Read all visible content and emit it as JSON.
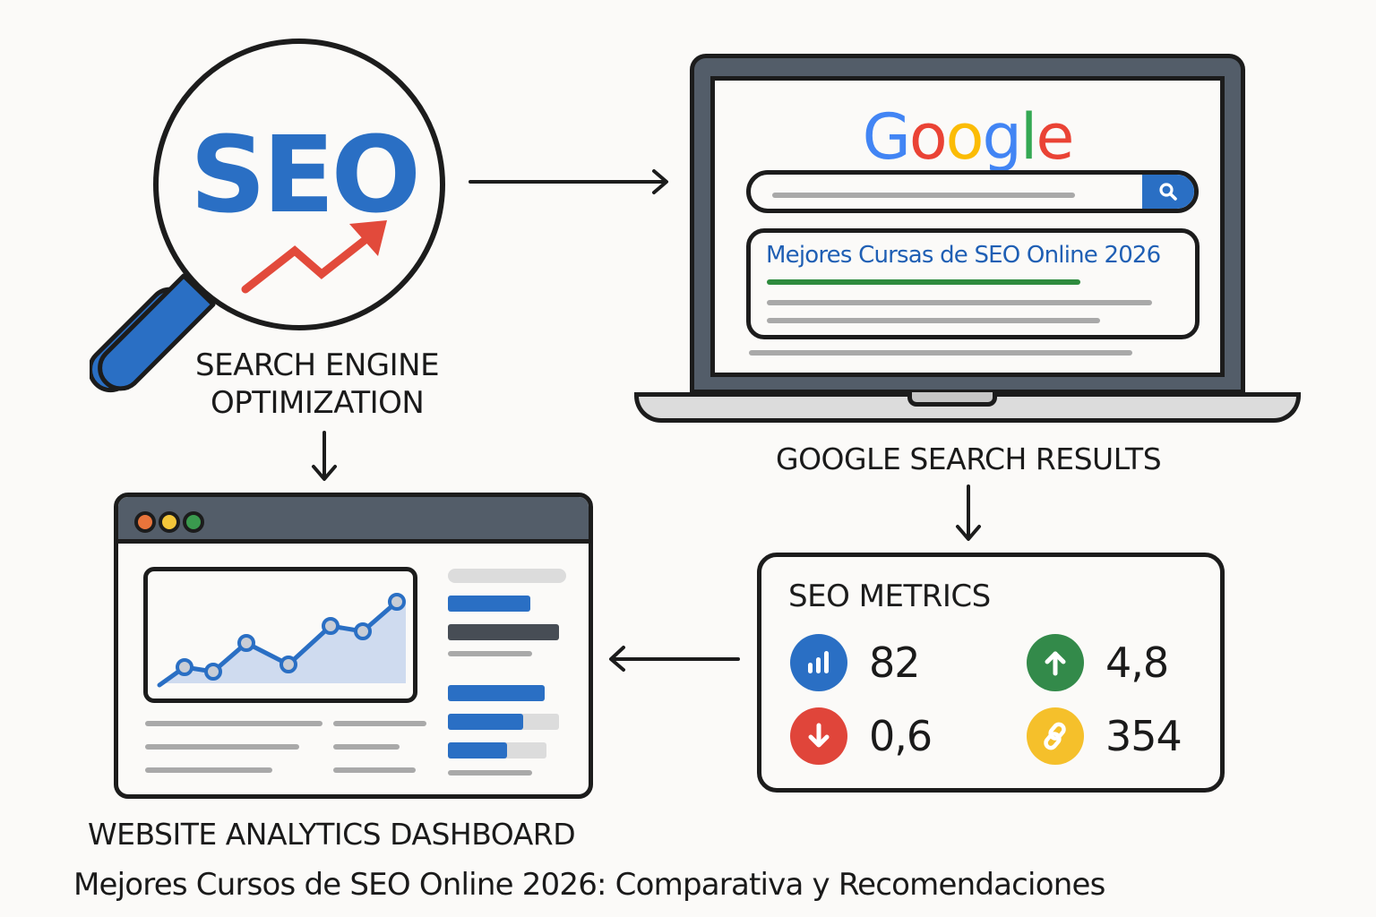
{
  "colors": {
    "background": "#fbfaf8",
    "outline": "#1c1c1c",
    "seo_blue": "#2a6fc4",
    "trend_red": "#e24a3b",
    "frame_gray": "#535d69",
    "google_blue": "#4285f4",
    "google_red": "#ea4335",
    "google_yellow": "#fbbc05",
    "google_green": "#34a853",
    "result_title_blue": "#1f5fb4",
    "snippet_green": "#2e8b3e",
    "placeholder_gray": "#a9a9a9",
    "metric_blue": "#2a6fc4",
    "metric_green": "#338a4a",
    "metric_red": "#e0453a",
    "metric_yellow": "#f5c02b"
  },
  "magnifier": {
    "logo_text": "SEO",
    "icon": "trend-up-arrow-icon",
    "caption_line1": "SEARCH ENGINE",
    "caption_line2": "OPTIMIZATION"
  },
  "google_panel": {
    "logo_letters": [
      "G",
      "o",
      "o",
      "g",
      "l",
      "e"
    ],
    "search_icon": "search-icon",
    "result_title": "Mejores Cursas de SEO Online 2026",
    "caption": "GOOGLE SEARCH RESULTS"
  },
  "metrics_panel": {
    "title": "SEO METRICS",
    "items": [
      {
        "icon": "bar-chart-icon",
        "value": "82",
        "color": "#2a6fc4"
      },
      {
        "icon": "arrow-up-icon",
        "value": "4,8",
        "color": "#338a4a"
      },
      {
        "icon": "arrow-down-icon",
        "value": "0,6",
        "color": "#e0453a"
      },
      {
        "icon": "link-icon",
        "value": "354",
        "color": "#f5c02b"
      }
    ]
  },
  "dashboard_panel": {
    "window_dots": [
      "#e8743b",
      "#f3c63a",
      "#3a9a4e"
    ],
    "caption": "WEBSITE ANALYTICS DASHBOARD"
  },
  "arrows": [
    {
      "from": "magnifier",
      "to": "google_panel",
      "direction": "right"
    },
    {
      "from": "google_panel",
      "to": "metrics_panel",
      "direction": "down"
    },
    {
      "from": "metrics_panel",
      "to": "dashboard_panel",
      "direction": "left"
    },
    {
      "from": "magnifier",
      "to": "dashboard_panel",
      "direction": "down"
    }
  ],
  "footer": {
    "title": "Mejores Cursos de SEO Online 2026: Comparativa y Recomendaciones"
  }
}
